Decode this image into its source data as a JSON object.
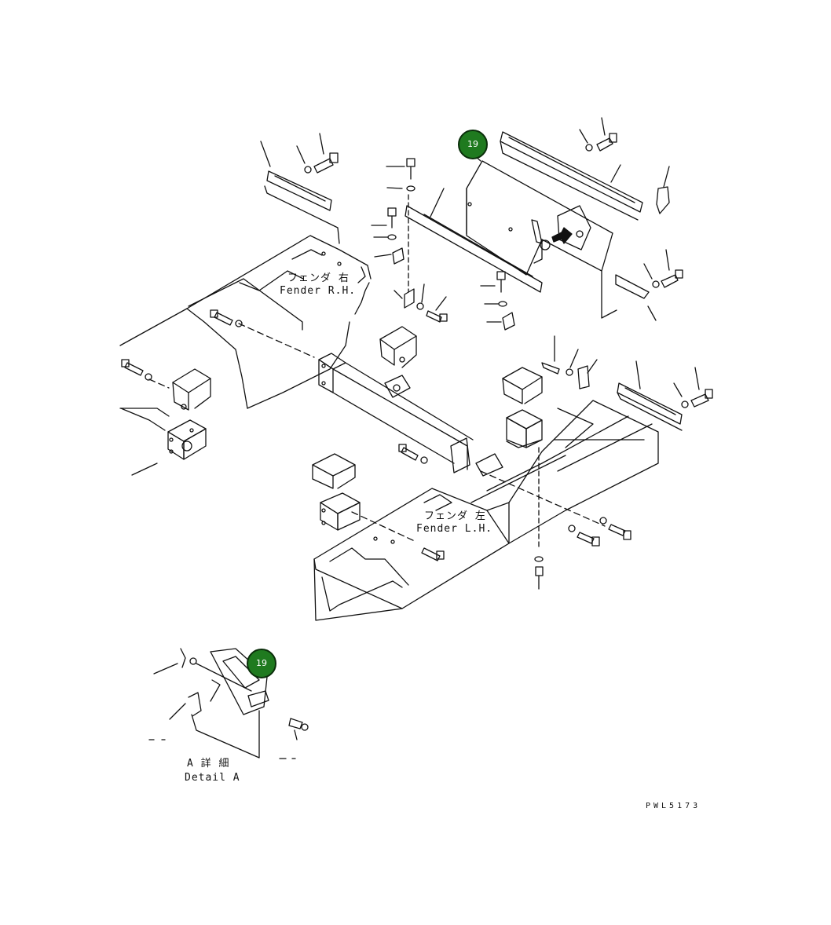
{
  "callouts": [
    {
      "number": "19"
    },
    {
      "number": "19"
    }
  ],
  "labels": {
    "fender_rh_jp": "フェンダ 右",
    "fender_rh_en": "Fender R.H.",
    "fender_lh_jp": "フェンダ 左",
    "fender_lh_en": "Fender L.H.",
    "detail_jp": "A 詳 細",
    "detail_en": "Detail A",
    "drawing_code": "PWL5173"
  },
  "colors": {
    "callout_fill": "#1f7a1f",
    "line": "#111111"
  }
}
